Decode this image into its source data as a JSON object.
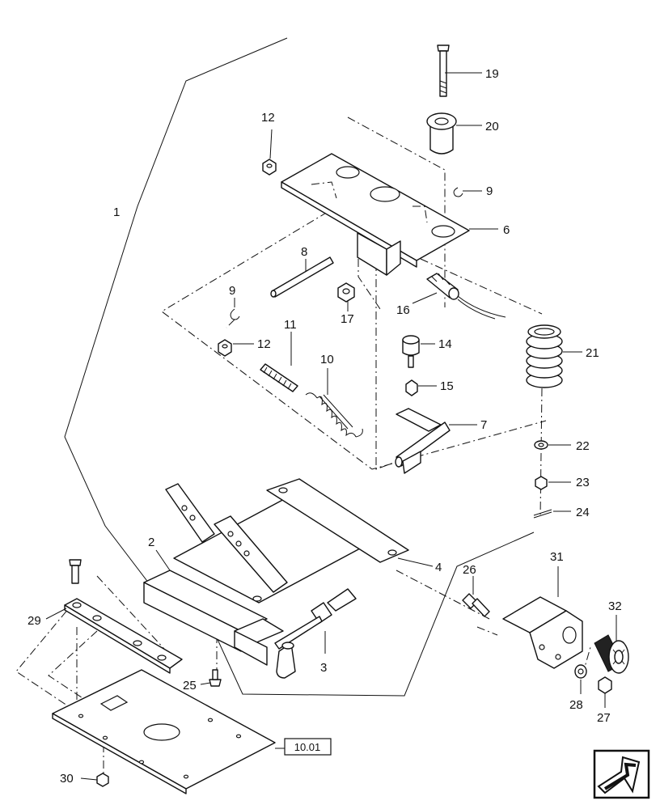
{
  "callouts": [
    {
      "id": "c1",
      "label": "1"
    },
    {
      "id": "c2",
      "label": "2"
    },
    {
      "id": "c3",
      "label": "3"
    },
    {
      "id": "c4",
      "label": "4"
    },
    {
      "id": "c6",
      "label": "6"
    },
    {
      "id": "c7",
      "label": "7"
    },
    {
      "id": "c8",
      "label": "8"
    },
    {
      "id": "c9a",
      "label": "9"
    },
    {
      "id": "c9b",
      "label": "9"
    },
    {
      "id": "c10",
      "label": "10"
    },
    {
      "id": "c11",
      "label": "11"
    },
    {
      "id": "c12a",
      "label": "12"
    },
    {
      "id": "c12b",
      "label": "12"
    },
    {
      "id": "c14",
      "label": "14"
    },
    {
      "id": "c15",
      "label": "15"
    },
    {
      "id": "c16",
      "label": "16"
    },
    {
      "id": "c17",
      "label": "17"
    },
    {
      "id": "c19",
      "label": "19"
    },
    {
      "id": "c20",
      "label": "20"
    },
    {
      "id": "c21",
      "label": "21"
    },
    {
      "id": "c22",
      "label": "22"
    },
    {
      "id": "c23",
      "label": "23"
    },
    {
      "id": "c24",
      "label": "24"
    },
    {
      "id": "c25",
      "label": "25"
    },
    {
      "id": "c26",
      "label": "26"
    },
    {
      "id": "c27",
      "label": "27"
    },
    {
      "id": "c28",
      "label": "28"
    },
    {
      "id": "c29",
      "label": "29"
    },
    {
      "id": "c30",
      "label": "30"
    },
    {
      "id": "c31",
      "label": "31"
    },
    {
      "id": "c32",
      "label": "32"
    }
  ],
  "reference_box": {
    "label": "10.01"
  },
  "nav_icon": "arrow-down-left-icon"
}
